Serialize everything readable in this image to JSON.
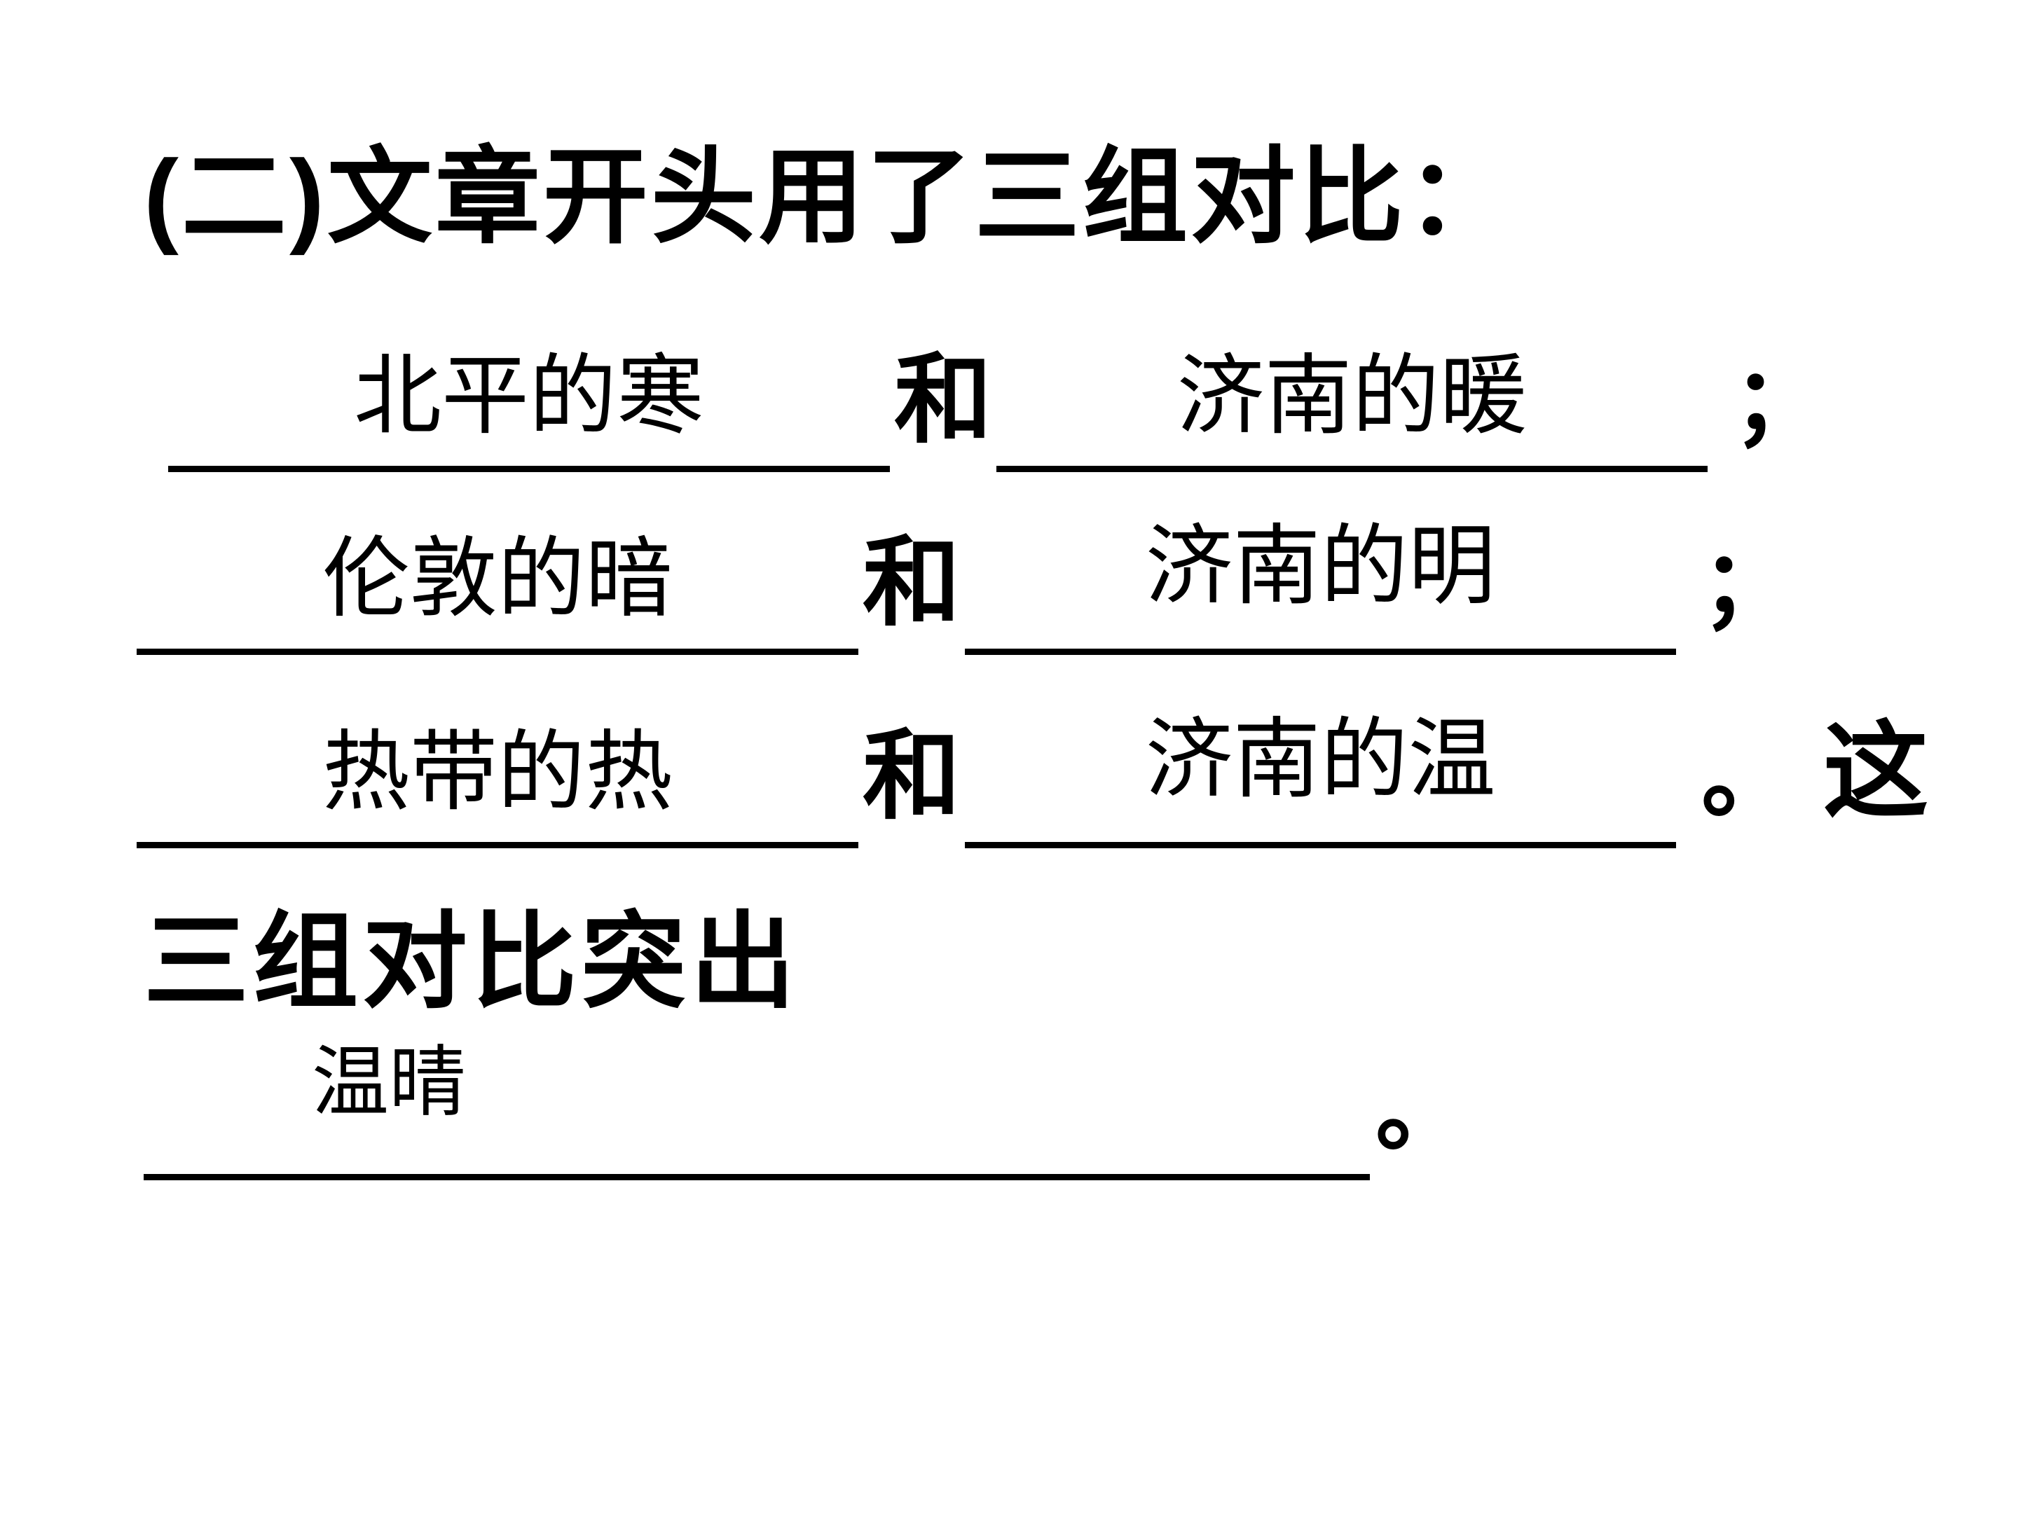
{
  "slide": {
    "title": "(二)文章开头用了三组对比：",
    "rows": [
      {
        "left_answer": "北平的寒",
        "conjunction": "和",
        "right_answer": "济南的暖",
        "punctuation": "；"
      },
      {
        "left_answer": "伦敦的暗",
        "conjunction": "和",
        "right_answer": "济南的明",
        "punctuation": "；"
      },
      {
        "left_answer": "热带的热",
        "conjunction": "和",
        "right_answer": "济南的温",
        "punctuation": "。",
        "trailing_text": "这"
      }
    ],
    "closing_line": "三组对比突出",
    "final_answer": "温晴",
    "final_punctuation": "。"
  },
  "colors": {
    "background": "#ffffff",
    "text": "#000000"
  }
}
